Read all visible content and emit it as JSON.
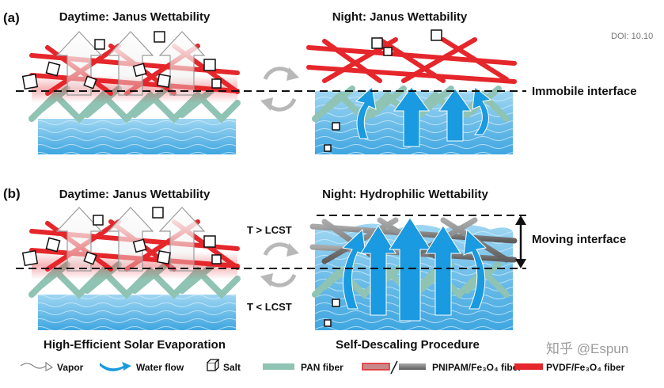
{
  "panel_a": {
    "label": "(a)",
    "left_title": "Daytime: Janus Wettability",
    "right_title": "Night: Janus Wettability",
    "interface_label": "Immobile interface"
  },
  "panel_b": {
    "label": "(b)",
    "left_title": "Daytime: Janus Wettability",
    "right_title": "Night: Hydrophilic Wettability",
    "interface_label": "Moving interface",
    "temp_high": "T > LCST",
    "temp_low": "T < LCST",
    "left_caption": "High-Efficient Solar Evaporation",
    "right_caption": "Self-Descaling Procedure"
  },
  "doi": "DOI: 10.10",
  "watermark": "知乎 @Espun",
  "legend": {
    "vapor": "Vapor",
    "water_flow": "Water flow",
    "salt": "Salt",
    "pan": "PAN fiber",
    "pnipam": "PNIPAM/Fe₃O₄ fiber",
    "pvdf": "PVDF/Fe₃O₄ fiber"
  },
  "colors": {
    "red_fiber": "#e5262b",
    "pan_fiber": "#8fc3b3",
    "gray_fiber": "#7d7d7d",
    "water": "#5fb8ea",
    "arrow_blue": "#1a9ae0",
    "cycle_gray": "#b8b8b8"
  }
}
